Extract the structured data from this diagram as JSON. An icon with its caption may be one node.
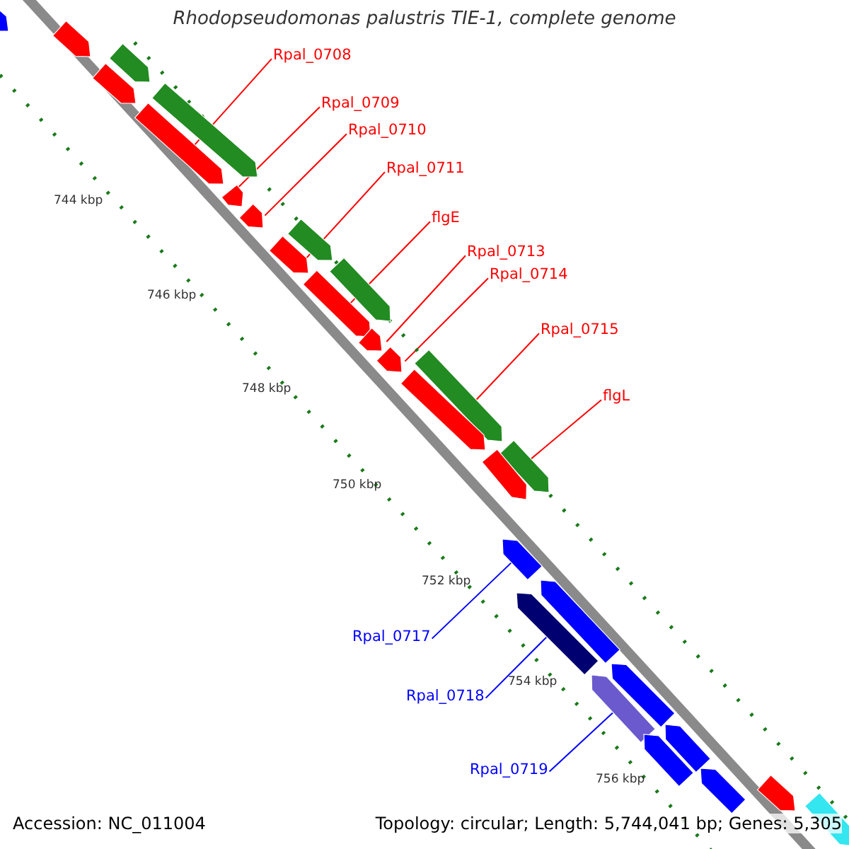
{
  "diagram": {
    "title": "Rhodopseudomonas palustris TIE-1, complete genome",
    "nodes": [
      {
        "text": [
          "Rpal_0708"
        ]
      },
      {
        "text": [
          "Rpal_0709"
        ]
      },
      {
        "text": [
          "Rpal_0710"
        ]
      },
      {
        "text": [
          "Rpal_0711"
        ]
      },
      {
        "text": [
          "flgE"
        ]
      },
      {
        "text": [
          "Rpal_0713"
        ]
      },
      {
        "text": [
          "Rpal_0714"
        ]
      },
      {
        "text": [
          "Rpal_0715"
        ]
      },
      {
        "text": [
          "flgL"
        ]
      },
      {
        "text": [
          "Rpal_0717"
        ]
      },
      {
        "text": [
          "Rpal_0718"
        ]
      },
      {
        "text": [
          "Rpal_0719"
        ]
      },
      {
        "text": [],
        "shape": "bar"
      },
      {
        "text": [],
        "shape": "bar"
      },
      {
        "text": [],
        "shape": "bar"
      },
      {
        "text": [],
        "shape": "bar"
      },
      {
        "text": [],
        "shape": "bar"
      },
      {
        "text": [],
        "shape": "bar"
      },
      {
        "text": [],
        "shape": "bar"
      },
      {
        "text": [],
        "shape": "bar"
      },
      {
        "text": [],
        "shape": "bar"
      },
      {
        "text": [],
        "shape": "bar"
      },
      {
        "text": [],
        "shape": "bar"
      },
      {
        "text": [],
        "shape": "bar"
      },
      {
        "text": [],
        "shape": "bar"
      },
      {
        "text": [],
        "shape": "bar"
      },
      {
        "text": [],
        "shape": "bar"
      },
      {
        "text": [],
        "shape": "bar"
      },
      {
        "text": [],
        "shape": "bar"
      },
      {
        "text": [],
        "shape": "bar"
      },
      {
        "text": [],
        "shape": "bar"
      },
      {
        "text": [],
        "shape": "bar"
      },
      {
        "text": [],
        "shape": "bar"
      },
      {
        "text": [],
        "shape": "bar"
      },
      {
        "text": [],
        "shape": "bar"
      },
      {
        "text": [],
        "shape": "bar"
      },
      {
        "text": [],
        "shape": "bar"
      },
      {
        "text": [],
        "shape": "bar"
      },
      {
        "text": [],
        "shape": "bar"
      },
      {
        "text": [],
        "shape": "bar"
      }
    ],
    "edges": [
      {
        "from": 0,
        "to": 17,
        "arrow": "none"
      },
      {
        "from": 1,
        "to": 18,
        "arrow": "none"
      },
      {
        "from": 2,
        "to": 19,
        "arrow": "none"
      },
      {
        "from": 3,
        "to": 21,
        "arrow": "none"
      },
      {
        "from": 4,
        "to": 23,
        "arrow": "none"
      },
      {
        "from": 5,
        "to": 24,
        "arrow": "none"
      },
      {
        "from": 6,
        "to": 25,
        "arrow": "none"
      },
      {
        "from": 7,
        "to": 27,
        "arrow": "none"
      },
      {
        "from": 8,
        "to": 29,
        "arrow": "none"
      },
      {
        "from": 9,
        "to": 30,
        "arrow": "none",
        "color": "#0000ff"
      },
      {
        "from": 10,
        "to": 32,
        "arrow": "none",
        "color": "#0000ff"
      },
      {
        "from": 11,
        "to": 34,
        "arrow": "none",
        "color": "#0000ff"
      }
    ],
    "labels": [
      "744 kbp",
      "746 kbp",
      "748 kbp",
      "750 kbp",
      "752 kbp",
      "754 kbp",
      "756 kbp",
      "Accession: NC_011004",
      "Topology: circular; Length: 5,744,041 bp; Genes: 5,305"
    ]
  }
}
